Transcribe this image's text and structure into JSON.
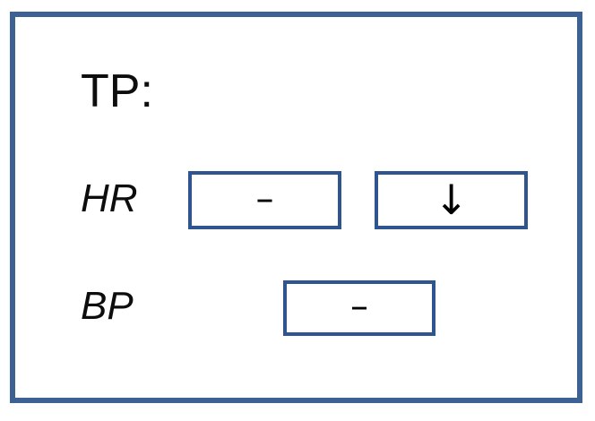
{
  "slide": {
    "frame_color": "#3d6193",
    "background": "#ffffff",
    "heading": "TP:",
    "rows": [
      {
        "label": "HR",
        "boxes": [
          {
            "glyph": "–",
            "glyph_name": "dash-icon"
          },
          {
            "glyph": "↓",
            "glyph_name": "arrow-down-icon"
          }
        ]
      },
      {
        "label": "BP",
        "boxes": [
          {
            "glyph": "–",
            "glyph_name": "dash-icon"
          }
        ]
      }
    ],
    "box_border_color": "#2e5590",
    "text_color": "#0d0d0d"
  }
}
